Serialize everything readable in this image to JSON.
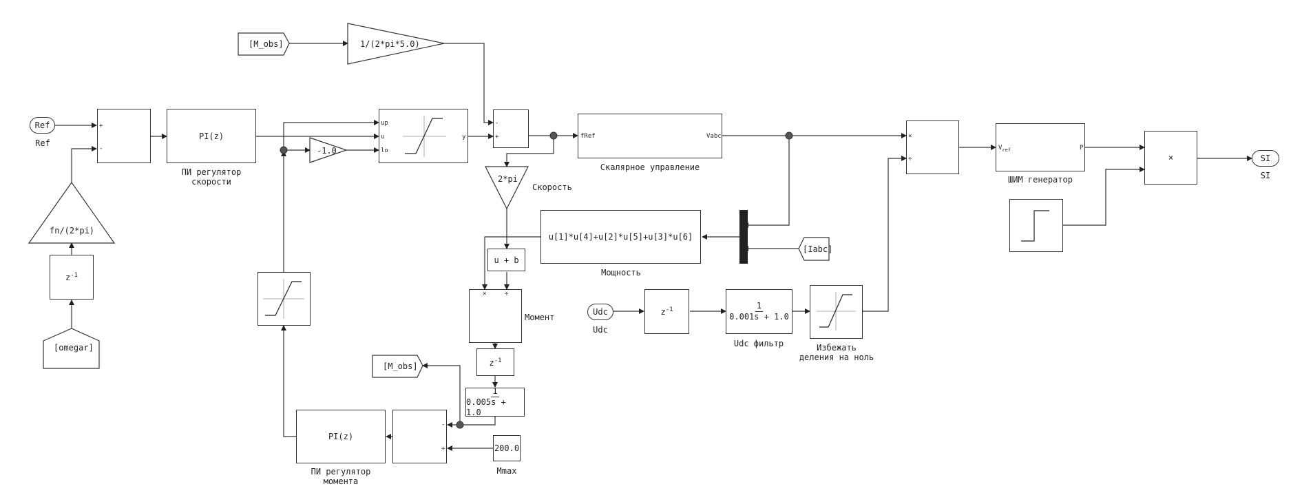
{
  "blocks": {
    "ref": {
      "text": "Ref",
      "label": "Ref"
    },
    "sum_ref": {
      "in1": "+",
      "in2": "-"
    },
    "pi_speed": {
      "text": "PI(z)",
      "label_l1": "ПИ регулятор",
      "label_l2": "скорости"
    },
    "gain_fn": {
      "text": "fn/(2*pi)"
    },
    "delay_omega": {
      "base": "z",
      "exp": "-1"
    },
    "goto_omegar": {
      "text": "[omegar]"
    },
    "from_mobs_top": {
      "text": "[M_obs]"
    },
    "gain_inv": {
      "text": "1/(2*pi*5.0)"
    },
    "gain_neg": {
      "text": "-1.0"
    },
    "sat_dyn": {
      "in_up": "up",
      "in_u": "u",
      "in_lo": "lo",
      "out": "y"
    },
    "sum_mid": {
      "in1": "-",
      "in2": "+"
    },
    "scalar": {
      "in": "fRef",
      "out": "Vabc",
      "label": "Скалярное управление"
    },
    "gain_2pi": {
      "text": "2*pi",
      "label": "Скорость"
    },
    "power": {
      "text": "u[1]*u[4]+u[2]*u[5]+u[3]*u[6]",
      "label": "Мощность"
    },
    "from_iabc": {
      "text": "[Iabc]"
    },
    "bias": {
      "text": "u + b"
    },
    "div_moment": {
      "in1": "×",
      "in2": "÷",
      "label": "Момент"
    },
    "delay_moment": {
      "base": "z",
      "exp": "-1"
    },
    "goto_mobs": {
      "text": "[M_obs]"
    },
    "tf_moment": {
      "num": "1",
      "den": "0.005s + 1.0"
    },
    "sum_moment": {
      "in1": "-",
      "in2": "+"
    },
    "pi_moment": {
      "text": "PI(z)",
      "label_l1": "ПИ регулятор",
      "label_l2": "момента"
    },
    "const_mmax": {
      "text": "200.0",
      "label": "Mmax"
    },
    "udc": {
      "text": "Udc",
      "label": "Udc"
    },
    "delay_udc": {
      "base": "z",
      "exp": "-1"
    },
    "tf_udc": {
      "num": "1",
      "den": "0.001s + 1.0",
      "label": "Udc фильтр"
    },
    "sat_udc": {
      "label_l1": "Избежать",
      "label_l2": "деления на ноль"
    },
    "div_top": {
      "in1": "×",
      "in2": "÷"
    },
    "pwm": {
      "in_base": "V",
      "in_sub": "ref",
      "out": "P",
      "label": "ШИМ генератор"
    },
    "prod": {
      "text": "×"
    },
    "si": {
      "text": "SI",
      "label": "SI"
    }
  }
}
